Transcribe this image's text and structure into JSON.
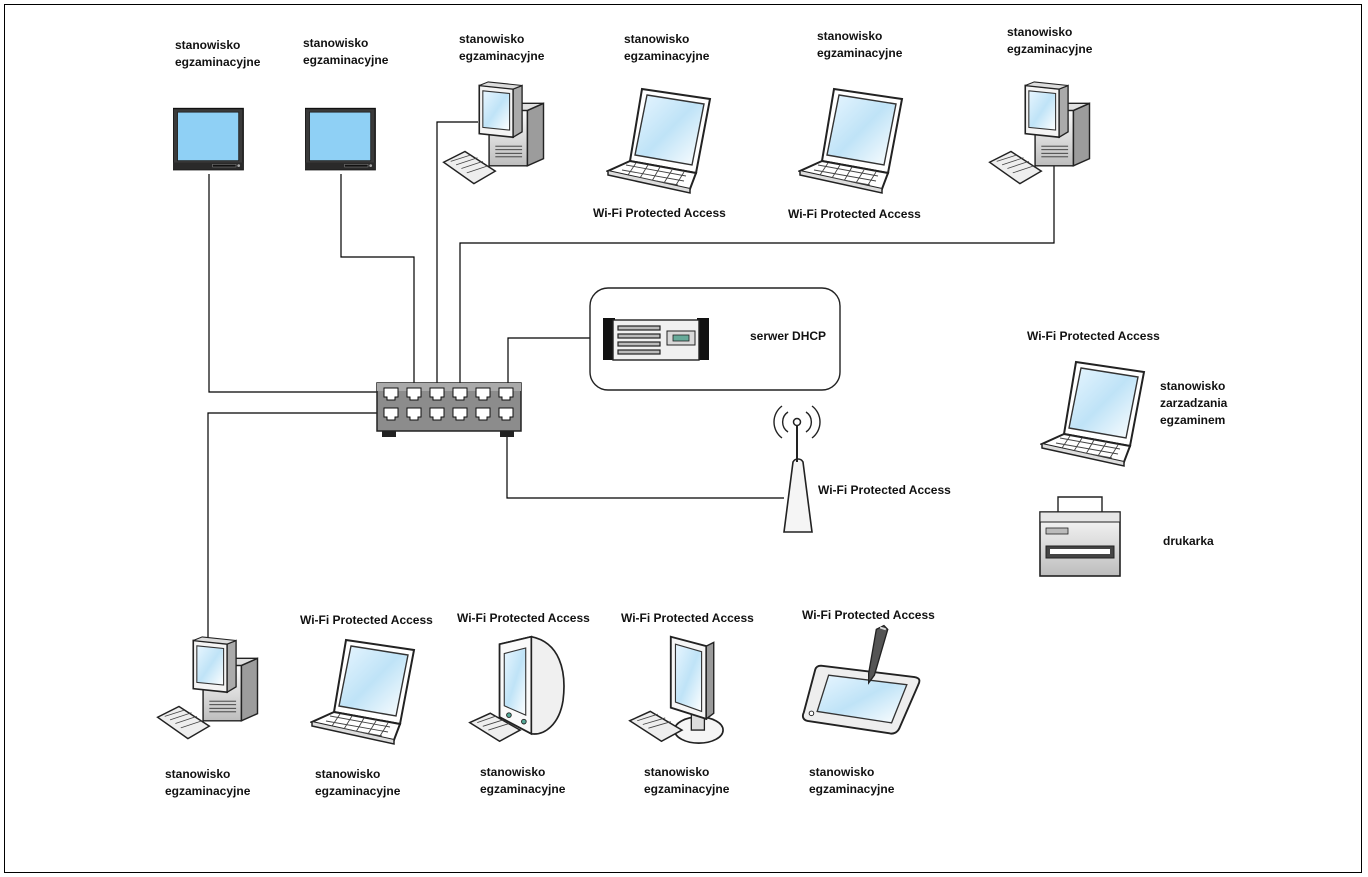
{
  "labels": {
    "station": "stanowisko\negzaminacyjne",
    "wpa": "Wi-Fi Protected Access",
    "server": "serwer DHCP",
    "management": "stanowisko\nzarzadzania\negzaminem",
    "printer": "drukarka"
  },
  "icons": {
    "monitor": "lcd-monitor-icon",
    "desktop": "desktop-pc-icon",
    "laptop": "laptop-icon",
    "crt": "crt-computer-icon",
    "tablet": "graphics-tablet-icon",
    "switch": "network-switch-icon",
    "server": "rack-server-icon",
    "ap": "wireless-access-point-icon",
    "printer": "printer-icon"
  },
  "colors": {
    "screen": "#8fd0f5",
    "line": "#000000",
    "body_light": "#f2f2f2",
    "body_dark": "#555555"
  }
}
